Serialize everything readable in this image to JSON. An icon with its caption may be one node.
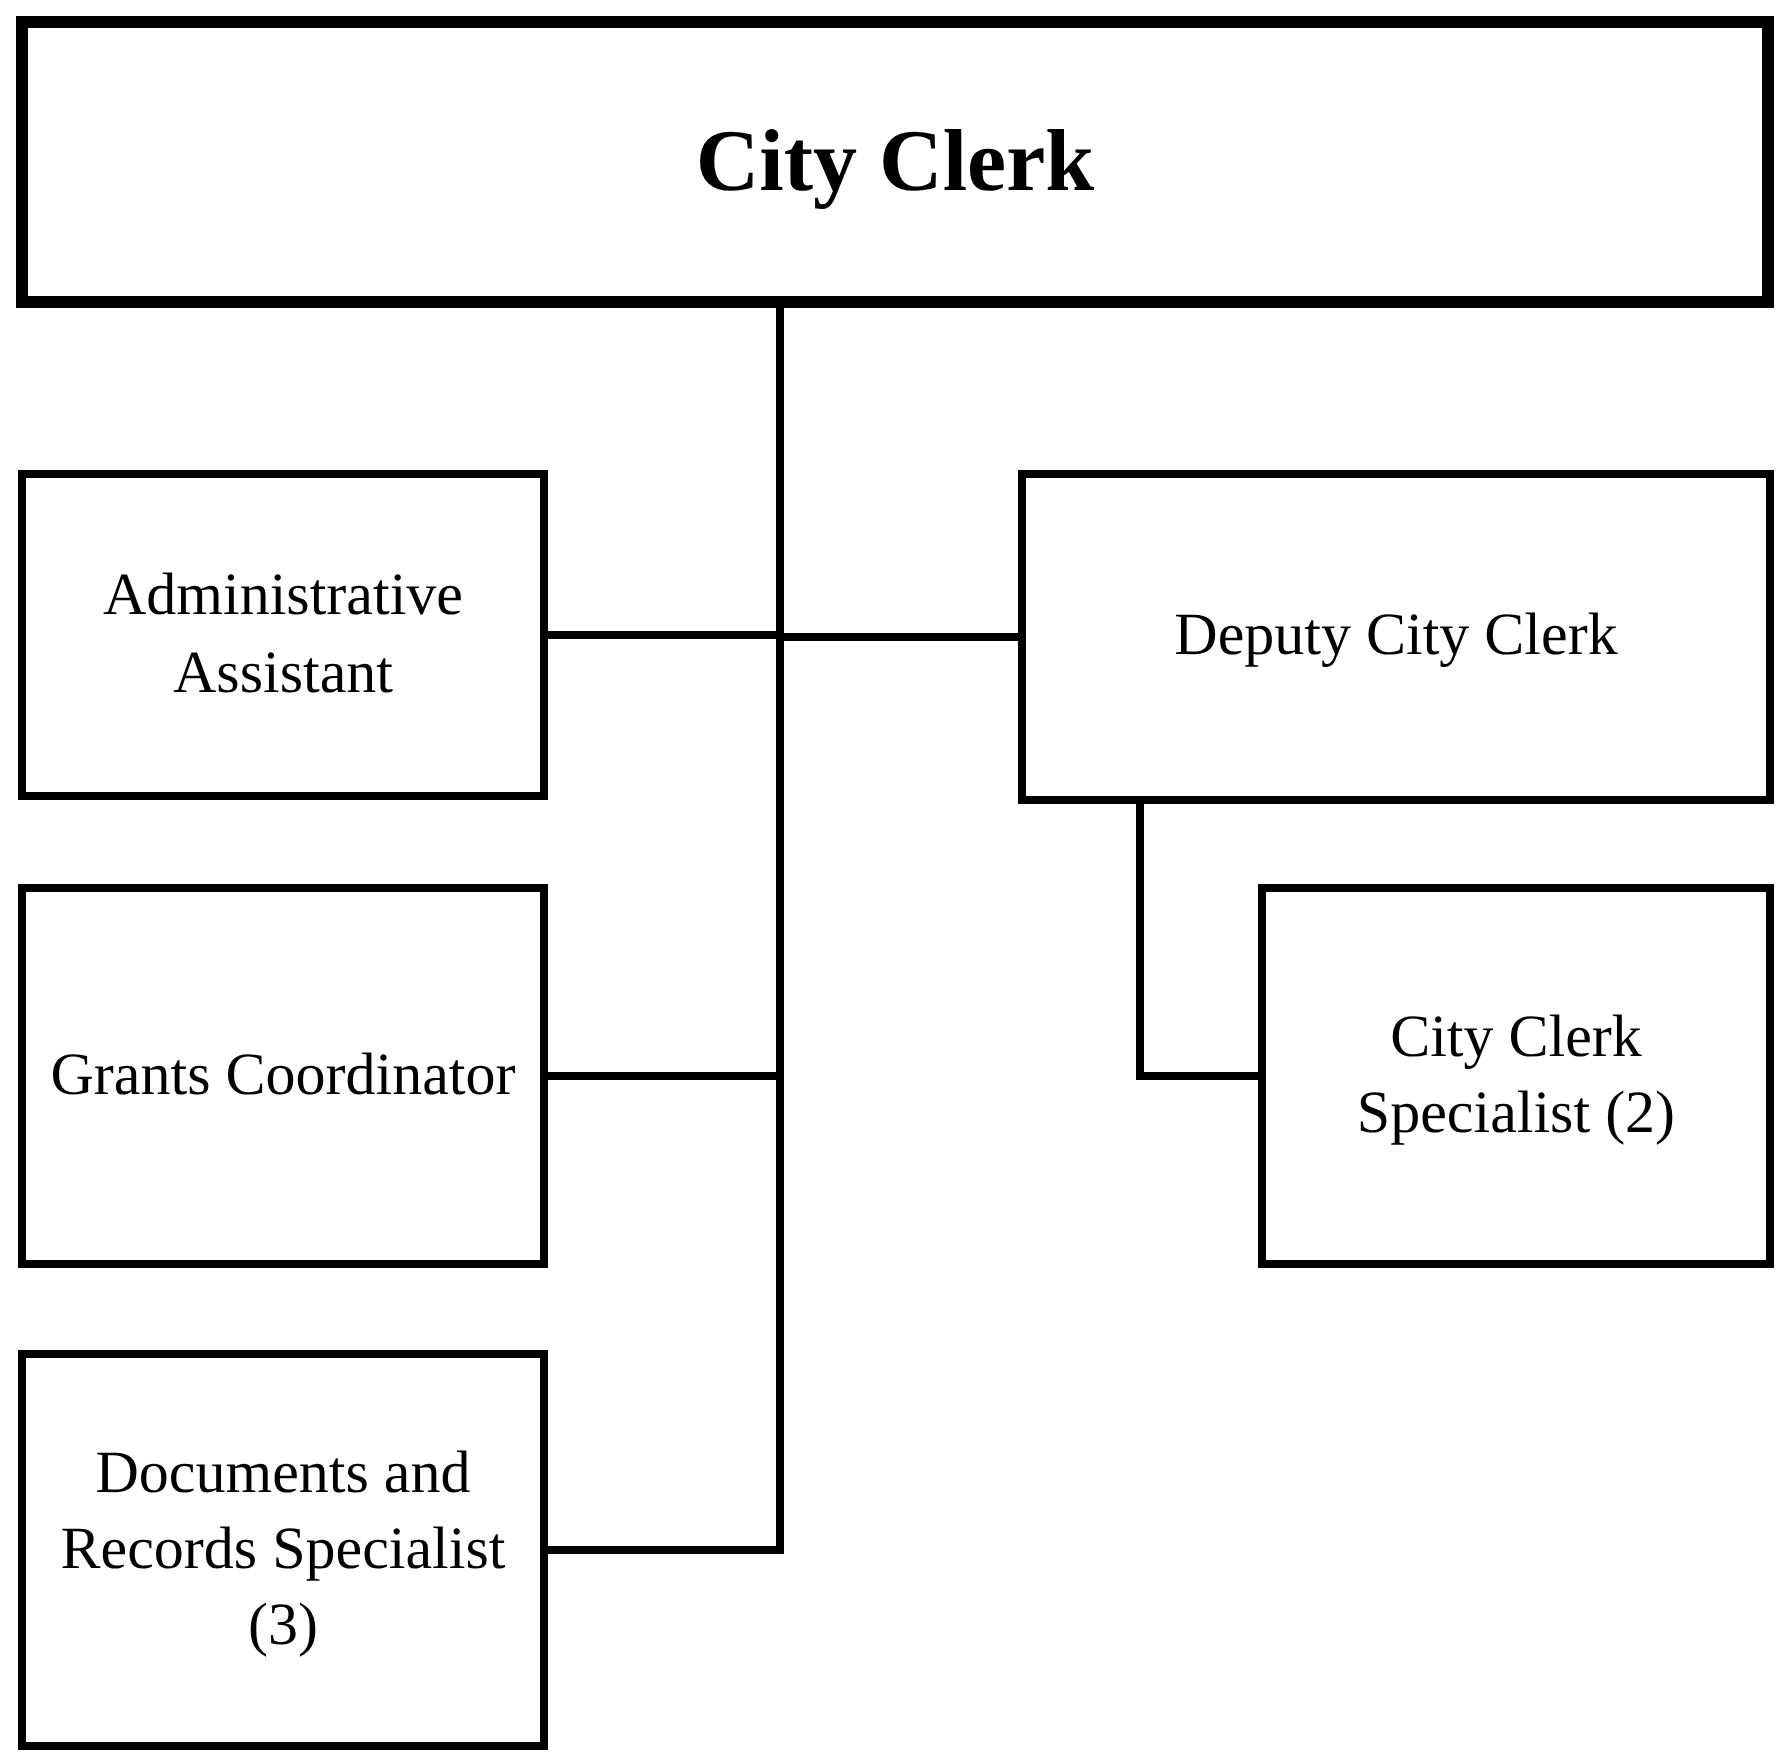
{
  "diagram": {
    "nodes": [
      {
        "text": [
          "City Clerk"
        ]
      },
      {
        "text": [
          "Administrative Assistant"
        ]
      },
      {
        "text": [
          "Deputy City Clerk"
        ]
      },
      {
        "text": [
          "Grants Coordinator"
        ]
      },
      {
        "text": [
          "City Clerk Specialist (2)"
        ]
      },
      {
        "text": [
          "Documents and Records Specialist (3)"
        ]
      }
    ],
    "edges": [
      {
        "from": 0,
        "to": 1,
        "arrow": "none"
      },
      {
        "from": 0,
        "to": 2,
        "arrow": "none"
      },
      {
        "from": 0,
        "to": 3,
        "arrow": "none"
      },
      {
        "from": 2,
        "to": 4,
        "arrow": "none"
      },
      {
        "from": 0,
        "to": 5,
        "arrow": "none"
      }
    ]
  }
}
